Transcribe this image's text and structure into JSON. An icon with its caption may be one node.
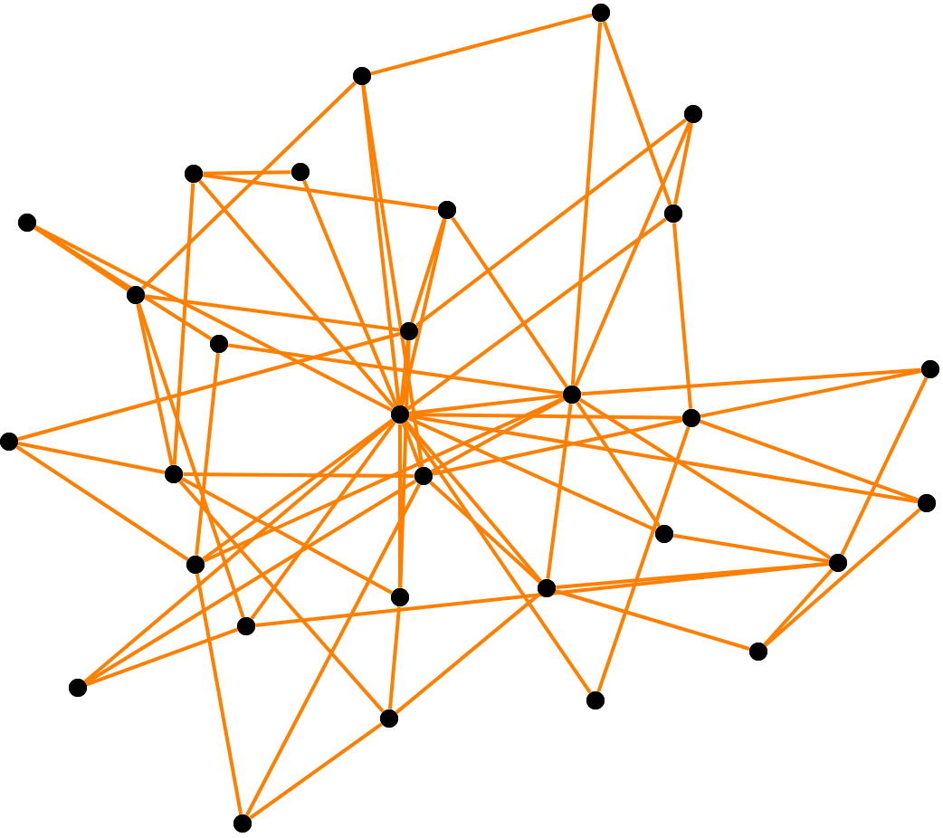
{
  "diagram": {
    "nodes": [
      {
        "text": [],
        "shape": "circle"
      },
      {
        "text": [],
        "shape": "circle"
      },
      {
        "text": [],
        "shape": "circle"
      },
      {
        "text": [],
        "shape": "circle"
      },
      {
        "text": [],
        "shape": "circle"
      },
      {
        "text": [],
        "shape": "circle"
      },
      {
        "text": [],
        "shape": "circle"
      },
      {
        "text": [],
        "shape": "circle"
      },
      {
        "text": [],
        "shape": "circle"
      },
      {
        "text": [],
        "shape": "circle"
      },
      {
        "text": [],
        "shape": "circle"
      },
      {
        "text": [],
        "shape": "circle"
      },
      {
        "text": [],
        "shape": "circle"
      },
      {
        "text": [],
        "shape": "circle"
      },
      {
        "text": [],
        "shape": "circle"
      },
      {
        "text": [],
        "shape": "circle"
      },
      {
        "text": [],
        "shape": "circle"
      },
      {
        "text": [],
        "shape": "circle"
      },
      {
        "text": [],
        "shape": "circle"
      },
      {
        "text": [],
        "shape": "circle"
      },
      {
        "text": [],
        "shape": "circle"
      },
      {
        "text": [],
        "shape": "circle"
      },
      {
        "text": [],
        "shape": "circle"
      },
      {
        "text": [],
        "shape": "circle"
      },
      {
        "text": [],
        "shape": "circle"
      },
      {
        "text": [],
        "shape": "circle"
      },
      {
        "text": [],
        "shape": "circle"
      },
      {
        "text": [],
        "shape": "circle"
      },
      {
        "text": [],
        "shape": "circle"
      },
      {
        "text": [],
        "shape": "circle"
      }
    ],
    "edges": [
      {
        "from": 0,
        "to": 1,
        "arrow": "none"
      },
      {
        "from": 0,
        "to": 7,
        "arrow": "none"
      },
      {
        "from": 0,
        "to": 13,
        "arrow": "none"
      },
      {
        "from": 1,
        "to": 8,
        "arrow": "none"
      },
      {
        "from": 1,
        "to": 12,
        "arrow": "none"
      },
      {
        "from": 1,
        "to": 17,
        "arrow": "none"
      },
      {
        "from": 2,
        "to": 7,
        "arrow": "none"
      },
      {
        "from": 2,
        "to": 10,
        "arrow": "none"
      },
      {
        "from": 2,
        "to": 13,
        "arrow": "none"
      },
      {
        "from": 3,
        "to": 4,
        "arrow": "none"
      },
      {
        "from": 3,
        "to": 6,
        "arrow": "none"
      },
      {
        "from": 3,
        "to": 12,
        "arrow": "none"
      },
      {
        "from": 3,
        "to": 16,
        "arrow": "none"
      },
      {
        "from": 4,
        "to": 12,
        "arrow": "none"
      },
      {
        "from": 5,
        "to": 8,
        "arrow": "none"
      },
      {
        "from": 5,
        "to": 12,
        "arrow": "none"
      },
      {
        "from": 5,
        "to": 9,
        "arrow": "none"
      },
      {
        "from": 6,
        "to": 10,
        "arrow": "none"
      },
      {
        "from": 6,
        "to": 12,
        "arrow": "none"
      },
      {
        "from": 6,
        "to": 13,
        "arrow": "none"
      },
      {
        "from": 7,
        "to": 12,
        "arrow": "none"
      },
      {
        "from": 7,
        "to": 14,
        "arrow": "none"
      },
      {
        "from": 8,
        "to": 10,
        "arrow": "none"
      },
      {
        "from": 8,
        "to": 16,
        "arrow": "none"
      },
      {
        "from": 8,
        "to": 24,
        "arrow": "none"
      },
      {
        "from": 9,
        "to": 20,
        "arrow": "none"
      },
      {
        "from": 9,
        "to": 13,
        "arrow": "none"
      },
      {
        "from": 10,
        "to": 11,
        "arrow": "none"
      },
      {
        "from": 10,
        "to": 12,
        "arrow": "none"
      },
      {
        "from": 12,
        "to": 13,
        "arrow": "none"
      },
      {
        "from": 12,
        "to": 14,
        "arrow": "none"
      },
      {
        "from": 12,
        "to": 18,
        "arrow": "none"
      },
      {
        "from": 12,
        "to": 19,
        "arrow": "none"
      },
      {
        "from": 12,
        "to": 27,
        "arrow": "none"
      },
      {
        "from": 12,
        "to": 21,
        "arrow": "none"
      },
      {
        "from": 12,
        "to": 22,
        "arrow": "none"
      },
      {
        "from": 13,
        "to": 15,
        "arrow": "none"
      },
      {
        "from": 13,
        "to": 23,
        "arrow": "none"
      },
      {
        "from": 13,
        "to": 18,
        "arrow": "none"
      },
      {
        "from": 13,
        "to": 22,
        "arrow": "none"
      },
      {
        "from": 13,
        "to": 20,
        "arrow": "none"
      },
      {
        "from": 13,
        "to": 17,
        "arrow": "none"
      },
      {
        "from": 14,
        "to": 15,
        "arrow": "none"
      },
      {
        "from": 14,
        "to": 19,
        "arrow": "none"
      },
      {
        "from": 14,
        "to": 27,
        "arrow": "none"
      },
      {
        "from": 15,
        "to": 23,
        "arrow": "none"
      },
      {
        "from": 18,
        "to": 23,
        "arrow": "none"
      },
      {
        "from": 22,
        "to": 23,
        "arrow": "none"
      },
      {
        "from": 22,
        "to": 26,
        "arrow": "none"
      },
      {
        "from": 23,
        "to": 26,
        "arrow": "none"
      },
      {
        "from": 19,
        "to": 26,
        "arrow": "none"
      },
      {
        "from": 11,
        "to": 16,
        "arrow": "none"
      },
      {
        "from": 11,
        "to": 20,
        "arrow": "none"
      },
      {
        "from": 16,
        "to": 17,
        "arrow": "none"
      },
      {
        "from": 16,
        "to": 21,
        "arrow": "none"
      },
      {
        "from": 16,
        "to": 28,
        "arrow": "none"
      },
      {
        "from": 20,
        "to": 29,
        "arrow": "none"
      },
      {
        "from": 20,
        "to": 12,
        "arrow": "none"
      },
      {
        "from": 25,
        "to": 12,
        "arrow": "none"
      },
      {
        "from": 25,
        "to": 17,
        "arrow": "none"
      },
      {
        "from": 25,
        "to": 24,
        "arrow": "none"
      },
      {
        "from": 24,
        "to": 12,
        "arrow": "none"
      },
      {
        "from": 24,
        "to": 23,
        "arrow": "none"
      },
      {
        "from": 29,
        "to": 17,
        "arrow": "none"
      },
      {
        "from": 29,
        "to": 28,
        "arrow": "none"
      },
      {
        "from": 21,
        "to": 28,
        "arrow": "none"
      },
      {
        "from": 28,
        "to": 22,
        "arrow": "none"
      },
      {
        "from": 17,
        "to": 22,
        "arrow": "none"
      },
      {
        "from": 10,
        "to": 21,
        "arrow": "none"
      },
      {
        "from": 17,
        "to": 12,
        "arrow": "none"
      },
      {
        "from": 17,
        "to": 14,
        "arrow": "none"
      }
    ]
  }
}
